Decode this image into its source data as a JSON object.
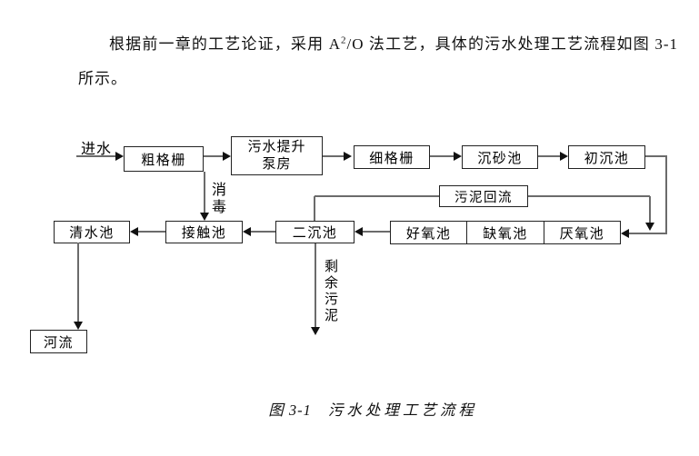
{
  "paragraph": {
    "line1_pre": "根据前一章的工艺论证，采用 A",
    "sup": "2",
    "line1_post": "/O 法工艺，具体的污水处理工艺流程如图 3-1",
    "line2": "所示。"
  },
  "flowchart": {
    "inlet_label": "进水",
    "nodes": {
      "coarse_screen": "粗格栅",
      "pump_house_line1": "污水提升",
      "pump_house_line2": "泵房",
      "fine_screen": "细格栅",
      "grit_chamber": "沉砂池",
      "primary_clarifier": "初沉池",
      "sludge_return": "污泥回流",
      "clear_water_tank": "清水池",
      "contact_tank": "接触池",
      "secondary_clarifier": "二沉池",
      "aerobic_tank": "好氧池",
      "anoxic_tank": "缺氧池",
      "anaerobic_tank": "厌氧池",
      "river": "河流"
    },
    "edge_labels": {
      "disinfection": "消毒",
      "excess_sludge": "剩余污泥"
    }
  },
  "caption": {
    "figure_no": "图 3-1",
    "title": "污水处理工艺流程"
  },
  "colors": {
    "background": "#ffffff",
    "box_border": "#222222",
    "connector_line": "#6b6b6b",
    "arrowhead": "#111111",
    "text": "#000000"
  }
}
